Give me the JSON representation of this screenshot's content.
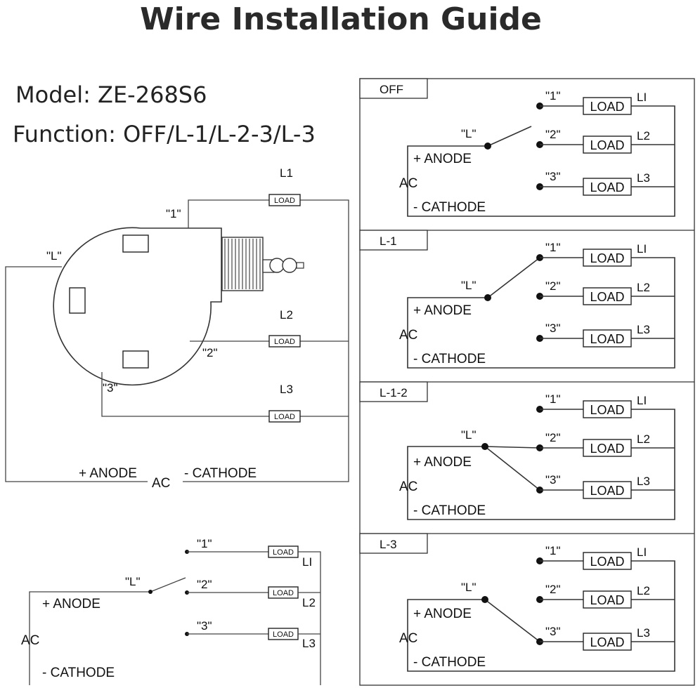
{
  "title": "Wire Installation Guide",
  "model": "Model: ZE-268S6",
  "function": "Function: OFF/L-1/L-2-3/L-3",
  "labels": {
    "load": "LOAD",
    "l": "\"L\"",
    "t1": "\"1\"",
    "t2": "\"2\"",
    "t3": "\"3\"",
    "L1": "L1",
    "L2": "L2",
    "L3": "L3",
    "LI": "LI",
    "anode": "+ ANODE",
    "cathode": "- CATHODE",
    "ac": "AC"
  },
  "panels": [
    {
      "title": "OFF"
    },
    {
      "title": "L-1"
    },
    {
      "title": "L-1-2"
    },
    {
      "title": "L-3"
    }
  ]
}
